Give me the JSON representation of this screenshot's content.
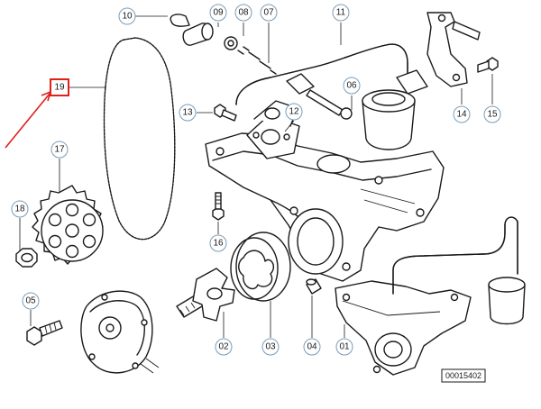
{
  "diagram_code": "00015402",
  "highlighted_part": "19",
  "colors": {
    "highlight": "#e0201c",
    "callout_ring": "#7a9cb8",
    "line": "#1a1a1a"
  },
  "parts": [
    {
      "id": "p10",
      "label": "10"
    },
    {
      "id": "p09",
      "label": "09"
    },
    {
      "id": "p08",
      "label": "08"
    },
    {
      "id": "p07",
      "label": "07"
    },
    {
      "id": "p11",
      "label": "11"
    },
    {
      "id": "p14",
      "label": "14"
    },
    {
      "id": "p15",
      "label": "15"
    },
    {
      "id": "p06",
      "label": "06"
    },
    {
      "id": "p13",
      "label": "13"
    },
    {
      "id": "p12",
      "label": "12"
    },
    {
      "id": "p17",
      "label": "17"
    },
    {
      "id": "p18",
      "label": "18"
    },
    {
      "id": "p16",
      "label": "16"
    },
    {
      "id": "p05",
      "label": "05"
    },
    {
      "id": "p02",
      "label": "02"
    },
    {
      "id": "p03",
      "label": "03"
    },
    {
      "id": "p04",
      "label": "04"
    },
    {
      "id": "p01",
      "label": "01"
    },
    {
      "id": "p19",
      "label": "19"
    }
  ]
}
